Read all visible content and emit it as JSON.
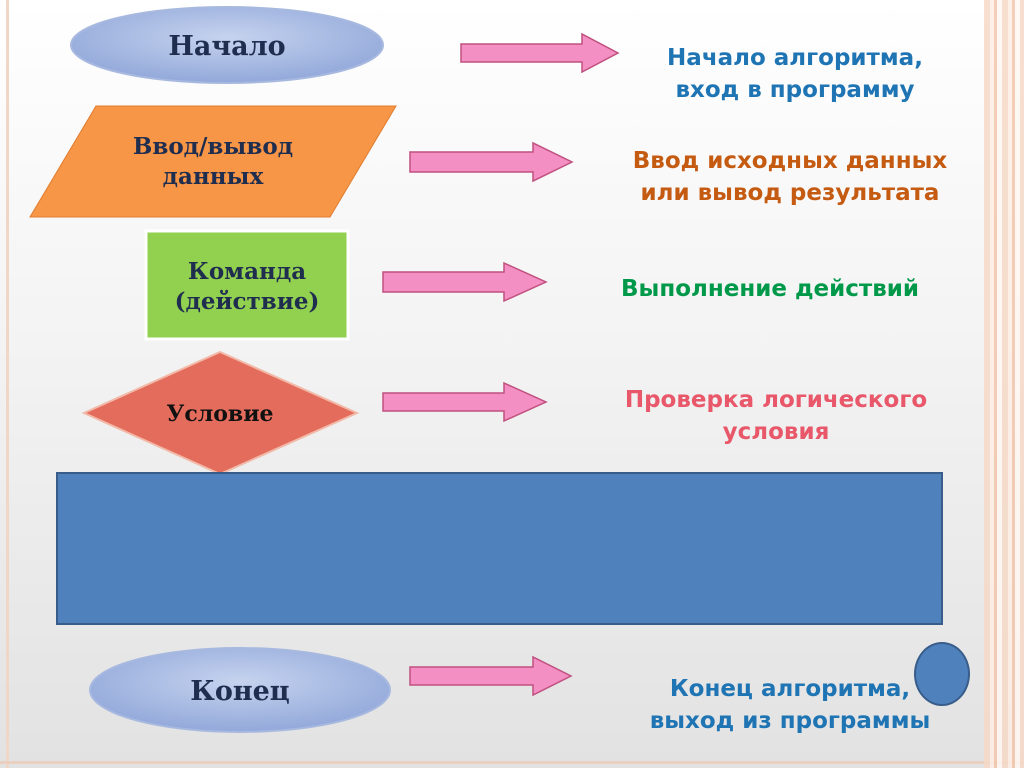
{
  "shapes": {
    "start": {
      "kind": "terminator",
      "label": "Начало",
      "fill": "#8ea5d8"
    },
    "io": {
      "kind": "parallelogram",
      "lines": [
        "Ввод/вывод",
        "данных"
      ],
      "fill": "#f79646"
    },
    "process": {
      "kind": "rectangle",
      "lines": [
        "Команда",
        "(действие)"
      ],
      "fill": "#92d050"
    },
    "decision": {
      "kind": "diamond",
      "label": "Условие",
      "fill": "#e46c5c"
    },
    "end": {
      "kind": "terminator",
      "label": "Конец",
      "fill": "#8ea5d8"
    }
  },
  "descriptions": {
    "start": {
      "lines": [
        "Начало алгоритма,",
        "вход в программу"
      ],
      "color": "#1f74b4"
    },
    "io": {
      "lines": [
        "Ввод исходных данных",
        "или вывод результата"
      ],
      "color": "#c55a11"
    },
    "process": {
      "lines": [
        "Выполнение действий"
      ],
      "color": "#00994a"
    },
    "decision": {
      "lines": [
        "Проверка логического",
        "условия"
      ],
      "color": "#e8586a"
    },
    "end": {
      "lines": [
        "Конец алгоритма,",
        "выход из программы"
      ],
      "color": "#1f74b4"
    }
  },
  "colors": {
    "arrow_fill": "#f48fc4",
    "arrow_stroke": "#c0507e",
    "overlay_box": "#4f81bd",
    "label_text": "#1f2d4f"
  },
  "overlays": [
    "blue-rectangle",
    "blue-circle"
  ]
}
